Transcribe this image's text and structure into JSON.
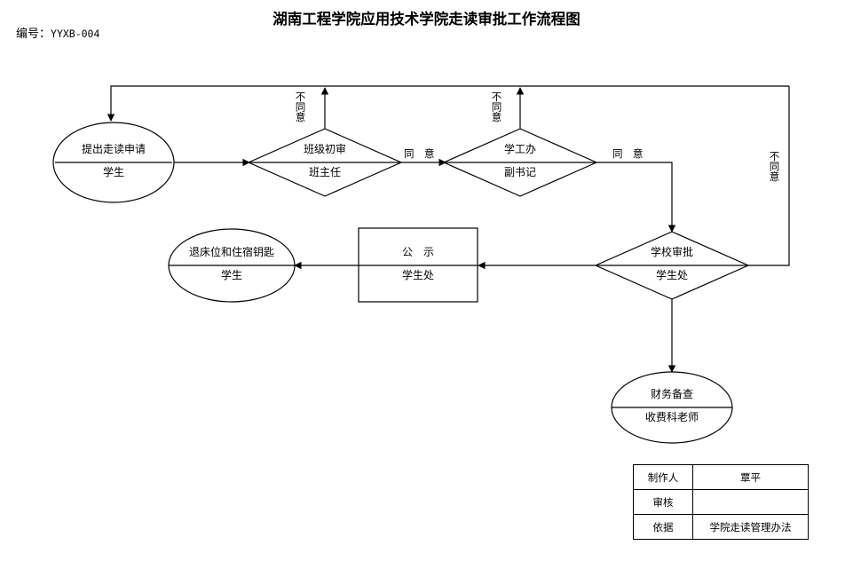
{
  "document": {
    "title": "湖南工程学院应用技术学院走读审批工作流程图",
    "code_label": "编号：",
    "code_value": "YYXB-004"
  },
  "nodes": {
    "start": {
      "top": "提出走读申请",
      "bottom": "学生",
      "shape": "ellipse"
    },
    "class_review": {
      "top": "班级初审",
      "bottom": "班主任",
      "shape": "diamond"
    },
    "student_affairs": {
      "top": "学工办",
      "bottom": "副书记",
      "shape": "diamond"
    },
    "school_approval": {
      "top": "学校审批",
      "bottom": "学生处",
      "shape": "diamond"
    },
    "publicity": {
      "top": "公　示",
      "bottom": "学生处",
      "shape": "rectangle"
    },
    "return_bed": {
      "top": "退床位和住宿钥匙",
      "bottom": "学生",
      "shape": "ellipse"
    },
    "finance": {
      "top": "财务备查",
      "bottom": "收费科老师",
      "shape": "ellipse"
    }
  },
  "edge_labels": {
    "class_reject": "不同意",
    "class_agree": "同　意",
    "affairs_reject": "不同意",
    "affairs_agree": "同　意",
    "school_reject": "不同意"
  },
  "info_table": {
    "rows": [
      {
        "label": "制作人",
        "value": "覃平"
      },
      {
        "label": "审核",
        "value": ""
      },
      {
        "label": "依据",
        "value": "学院走读管理办法"
      }
    ]
  },
  "colors": {
    "stroke": "#000000",
    "background": "#ffffff",
    "text": "#000000"
  }
}
